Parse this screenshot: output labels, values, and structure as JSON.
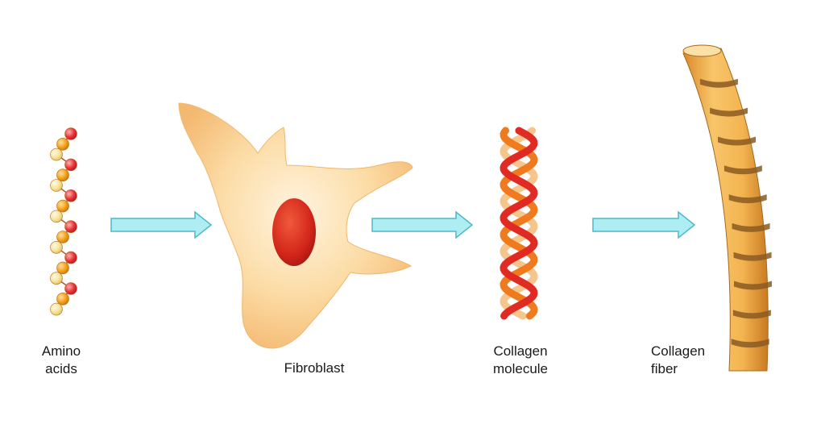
{
  "stages": [
    {
      "id": "amino-acids",
      "label_lines": [
        "Amino",
        "acids"
      ]
    },
    {
      "id": "fibroblast",
      "label_lines": [
        "Fibroblast"
      ]
    },
    {
      "id": "collagen-molecule",
      "label_lines": [
        "Collagen",
        "molecule"
      ]
    },
    {
      "id": "collagen-fiber",
      "label_lines": [
        "Collagen",
        "fiber"
      ]
    }
  ],
  "arrows": [
    {
      "from": "amino-acids",
      "to": "fibroblast"
    },
    {
      "from": "fibroblast",
      "to": "collagen-molecule"
    },
    {
      "from": "collagen-molecule",
      "to": "collagen-fiber"
    }
  ],
  "colors": {
    "arrow_fill": "#aeeef3",
    "arrow_stroke": "#4cb8c8",
    "cell_body": "#fbd79c",
    "nucleus": "#d6281c",
    "amino_red": "#e8333a",
    "amino_orange": "#f4a21a",
    "amino_yellow": "#f7e39a",
    "strand_red": "#e02a24",
    "strand_orange": "#f07a1e",
    "strand_pale": "#f6c58b",
    "fiber_fill": "#f3b451",
    "fiber_band": "#8a5a22"
  }
}
